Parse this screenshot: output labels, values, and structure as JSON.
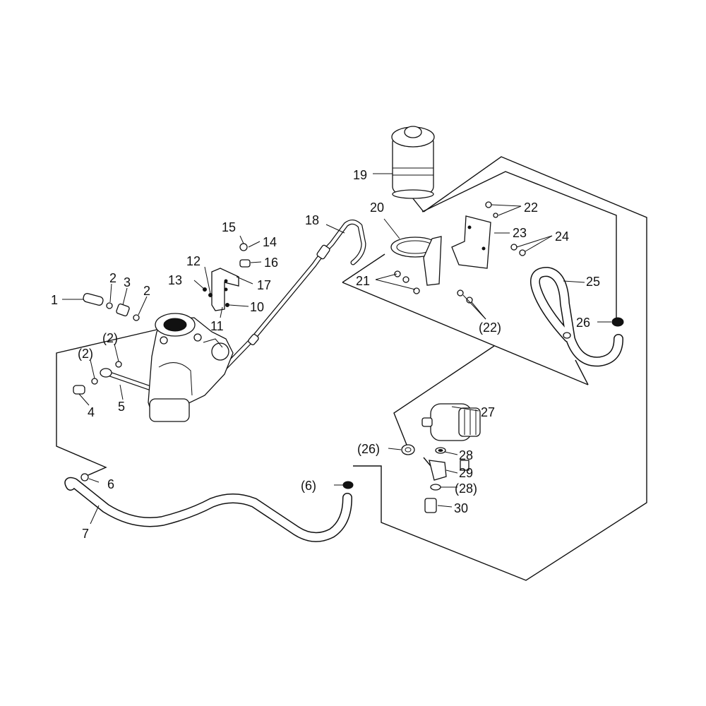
{
  "labels": [
    {
      "id": "1",
      "text": "1"
    },
    {
      "id": "2a",
      "text": "2"
    },
    {
      "id": "2b",
      "text": "2"
    },
    {
      "id": "2c",
      "text": "(2)"
    },
    {
      "id": "2d",
      "text": "(2)"
    },
    {
      "id": "3",
      "text": "3"
    },
    {
      "id": "4",
      "text": "4"
    },
    {
      "id": "5",
      "text": "5"
    },
    {
      "id": "6",
      "text": "6"
    },
    {
      "id": "6b",
      "text": "(6)"
    },
    {
      "id": "7",
      "text": "7"
    },
    {
      "id": "10",
      "text": "10"
    },
    {
      "id": "11",
      "text": "11"
    },
    {
      "id": "12",
      "text": "12"
    },
    {
      "id": "13",
      "text": "13"
    },
    {
      "id": "14",
      "text": "14"
    },
    {
      "id": "15",
      "text": "15"
    },
    {
      "id": "16",
      "text": "16"
    },
    {
      "id": "17",
      "text": "17"
    },
    {
      "id": "18",
      "text": "18"
    },
    {
      "id": "19",
      "text": "19"
    },
    {
      "id": "20",
      "text": "20"
    },
    {
      "id": "21",
      "text": "21"
    },
    {
      "id": "22",
      "text": "22"
    },
    {
      "id": "22b",
      "text": "(22)"
    },
    {
      "id": "23",
      "text": "23"
    },
    {
      "id": "24",
      "text": "24"
    },
    {
      "id": "25",
      "text": "25"
    },
    {
      "id": "26",
      "text": "26"
    },
    {
      "id": "26b",
      "text": "(26)"
    },
    {
      "id": "27",
      "text": "27"
    },
    {
      "id": "28",
      "text": "28"
    },
    {
      "id": "28b",
      "text": "(28)"
    },
    {
      "id": "29",
      "text": "29"
    },
    {
      "id": "30",
      "text": "30"
    }
  ]
}
